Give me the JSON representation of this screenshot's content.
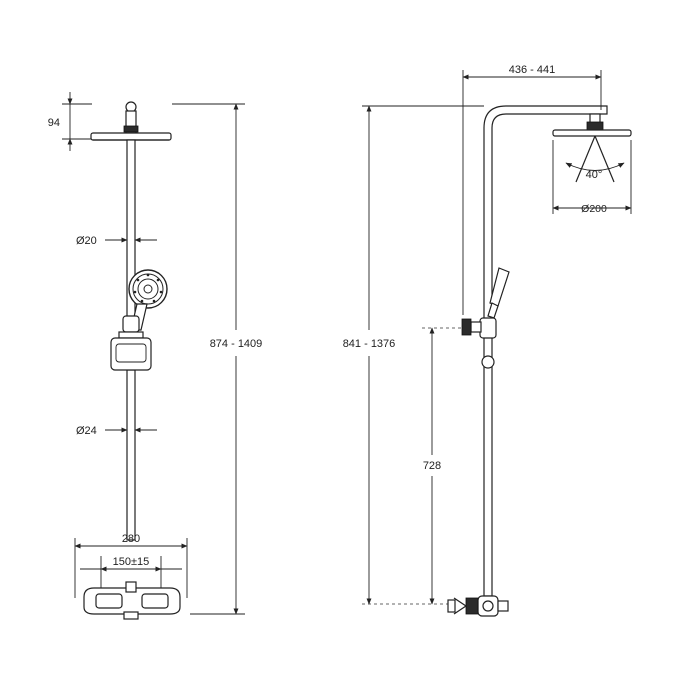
{
  "dimensions": {
    "head_height": "94",
    "pipe_top_diameter": "Ø20",
    "pipe_bottom_diameter": "Ø24",
    "total_height_front": "874 - 1409",
    "mixer_width": "280",
    "inlet_spacing": "150±15",
    "arm_reach": "436 - 441",
    "spray_angle": "40°",
    "head_diameter": "Ø200",
    "total_height_side": "841 - 1376",
    "holder_height": "728"
  }
}
